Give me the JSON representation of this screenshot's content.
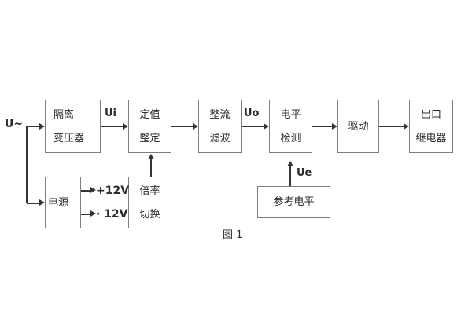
{
  "figure": {
    "caption": "图 1",
    "input_label": "U~",
    "signals": {
      "ui": "Ui",
      "uo": "Uo",
      "ue": "Ue"
    },
    "power_rails": {
      "positive": "+12V",
      "negative": "· 12V"
    },
    "blocks": {
      "isolation_transformer": {
        "line1": "隔离",
        "line2": "变压器"
      },
      "setting_adjust": {
        "line1": "定值",
        "line2": "整定"
      },
      "rectifier_filter": {
        "line1": "整流",
        "line2": "滤波"
      },
      "level_detect": {
        "line1": "电平",
        "line2": "检测"
      },
      "drive": {
        "line1": "驱动"
      },
      "output_relay": {
        "line1": "出口",
        "line2": "继电器"
      },
      "power_supply": {
        "line1": "电源"
      },
      "ratio_switch": {
        "line1": "倍率",
        "line2": "切换"
      },
      "reference_level": {
        "line1": "参考电平"
      }
    },
    "colors": {
      "background": "#ffffff",
      "box_border": "#7f7f7f",
      "line": "#353535",
      "text": "#2b2b2b"
    }
  }
}
